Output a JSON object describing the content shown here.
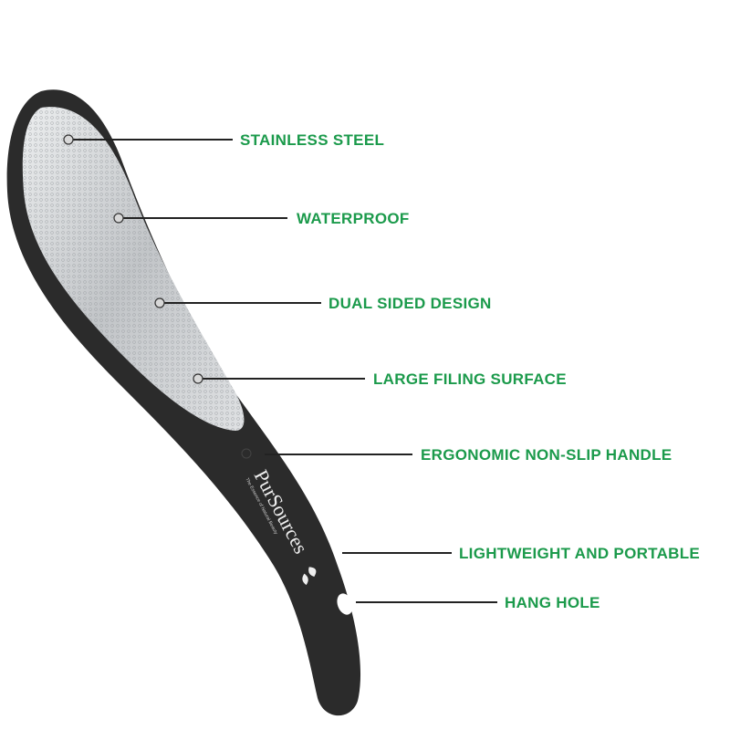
{
  "product": {
    "brand": "PurSources",
    "tagline": "The Essence of Natural Beauty"
  },
  "callouts": [
    {
      "label": "STAINLESS STEEL"
    },
    {
      "label": "WATERPROOF"
    },
    {
      "label": "DUAL SIDED DESIGN"
    },
    {
      "label": "LARGE FILING SURFACE"
    },
    {
      "label": "ERGONOMIC NON-SLIP HANDLE"
    },
    {
      "label": "LIGHTWEIGHT AND PORTABLE"
    },
    {
      "label": "HANG HOLE"
    }
  ],
  "colors": {
    "label": "#1b9a4b",
    "handle": "#2a2a2a",
    "steel": "#c9cbcd",
    "line": "#222222"
  }
}
